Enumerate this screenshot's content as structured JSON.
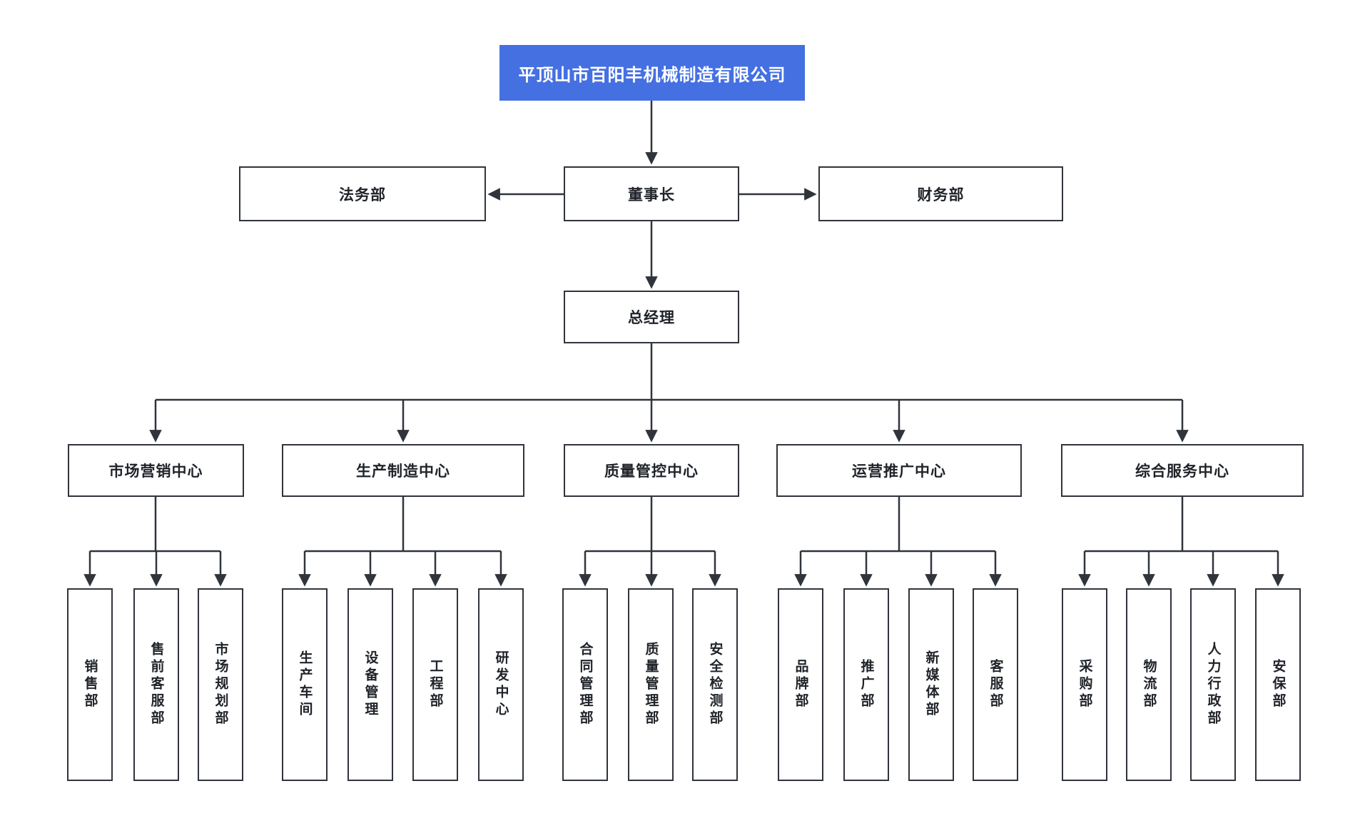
{
  "org_chart": {
    "root": "平顶山市百阳丰机械制造有限公司",
    "level2": {
      "legal": "法务部",
      "chairman": "董事长",
      "finance": "财务部"
    },
    "level3": {
      "general_manager": "总经理"
    },
    "centers": [
      {
        "label": "市场营销中心",
        "departments": [
          "销售部",
          "售前客服部",
          "市场规划部"
        ]
      },
      {
        "label": "生产制造中心",
        "departments": [
          "生产车间",
          "设备管理",
          "工程部",
          "研发中心"
        ]
      },
      {
        "label": "质量管控中心",
        "departments": [
          "合同管理部",
          "质量管理部",
          "安全检测部"
        ]
      },
      {
        "label": "运营推广中心",
        "departments": [
          "品牌部",
          "推广部",
          "新媒体部",
          "客服部"
        ]
      },
      {
        "label": "综合服务中心",
        "departments": [
          "采购部",
          "物流部",
          "人力行政部",
          "安保部"
        ]
      }
    ],
    "colors": {
      "root_bg": "#4570E2",
      "root_text": "#FFFFFF",
      "connector": "#30343B",
      "node_border": "#30343B",
      "node_bg": "#FFFFFF",
      "node_text": "#1F2329"
    }
  }
}
